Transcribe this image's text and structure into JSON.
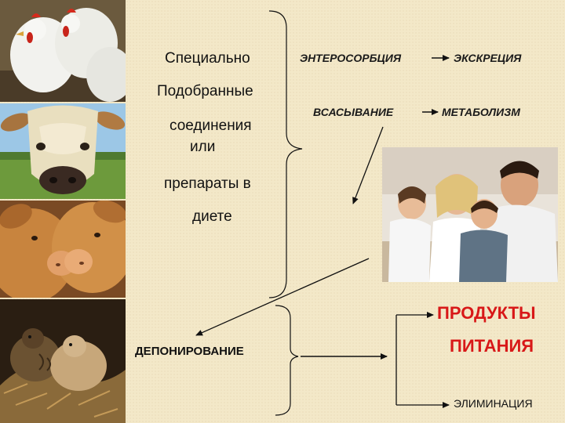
{
  "left_column": {
    "line1": "Специально",
    "line2": "Подобранные",
    "line3": "соединения",
    "line4": "или",
    "line5": "препараты в",
    "line6": "диете"
  },
  "processes": {
    "enterosorption": "ЭНТЕРОСОРБЦИЯ",
    "excretion": "ЭКСКРЕЦИЯ",
    "absorption": "ВСАСЫВАНИЕ",
    "metabolism": "МЕТАБОЛИЗМ"
  },
  "deposition": "ДЕПОНИРОВАНИЕ",
  "food_products": {
    "line1": "ПРОДУКТЫ",
    "line2": "ПИТАНИЯ"
  },
  "elimination": "ЭЛИМИНАЦИЯ",
  "colors": {
    "background": "#f3e8c8",
    "accent_red": "#d81818"
  }
}
